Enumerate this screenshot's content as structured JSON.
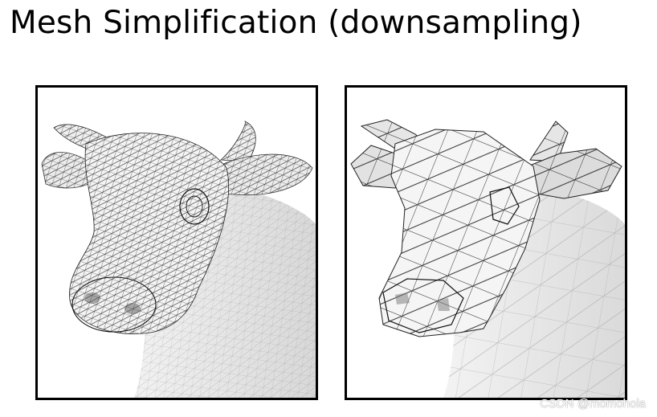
{
  "title": "Mesh Simplification (downsampling)",
  "panels": [
    {
      "id": "dense",
      "depicts": "cow head, dense triangle mesh",
      "icon": "cow-dense-mesh-icon"
    },
    {
      "id": "coarse",
      "depicts": "cow head, coarse triangle mesh",
      "icon": "cow-coarse-mesh-icon"
    }
  ],
  "watermark": "CSDN @momohola",
  "colors": {
    "border": "#000000",
    "mesh_line": "#1a1a1a",
    "surface": "#f4f4f4",
    "shadow": "#d6d6d6"
  }
}
